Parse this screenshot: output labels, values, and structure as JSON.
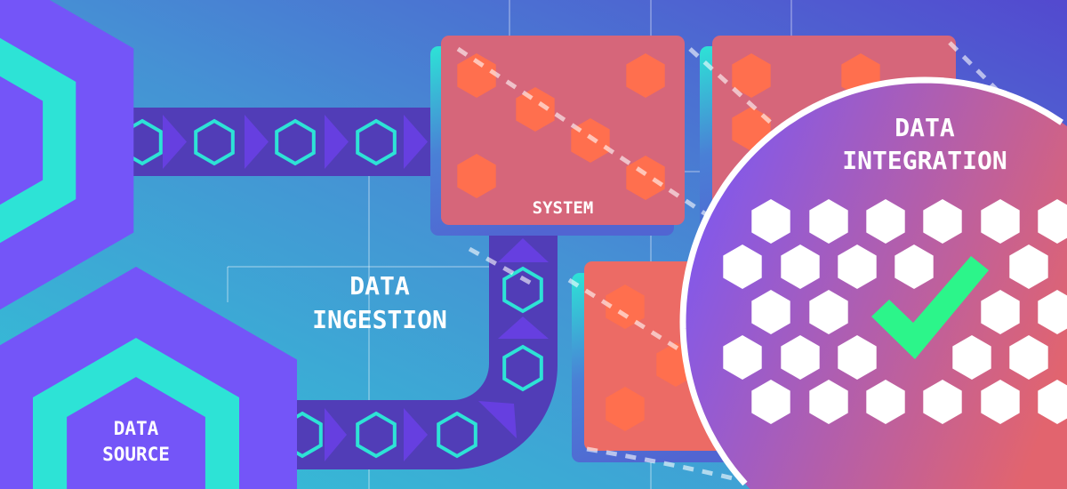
{
  "labels": {
    "data_source_line1": "DATA",
    "data_source_line2": "SOURCE",
    "data_ingestion_line1": "DATA",
    "data_ingestion_line2": "INGESTION",
    "system": "SYSTEM",
    "data_integration_line1": "DATA",
    "data_integration_line2": "INTEGRATION"
  },
  "icons": {
    "pipeline_item": "hexagon-outline-icon",
    "flow_arrow": "arrow-right-icon",
    "data_block": "hexagon-filled-icon",
    "success": "checkmark-icon"
  },
  "colors": {
    "bg_top": "#5349cf",
    "bg_bottom": "#31c6d6",
    "purple": "#7455f8",
    "teal": "#2de3d6",
    "conveyor": "#513db7",
    "arrow": "#663fe0",
    "system_box": "#d6667a",
    "system_box_alt": "#ec6b65",
    "orange_hex": "#ff6f4e",
    "check": "#2cf58a",
    "circle_left": "#7e58f0",
    "circle_right": "#e2646e"
  }
}
